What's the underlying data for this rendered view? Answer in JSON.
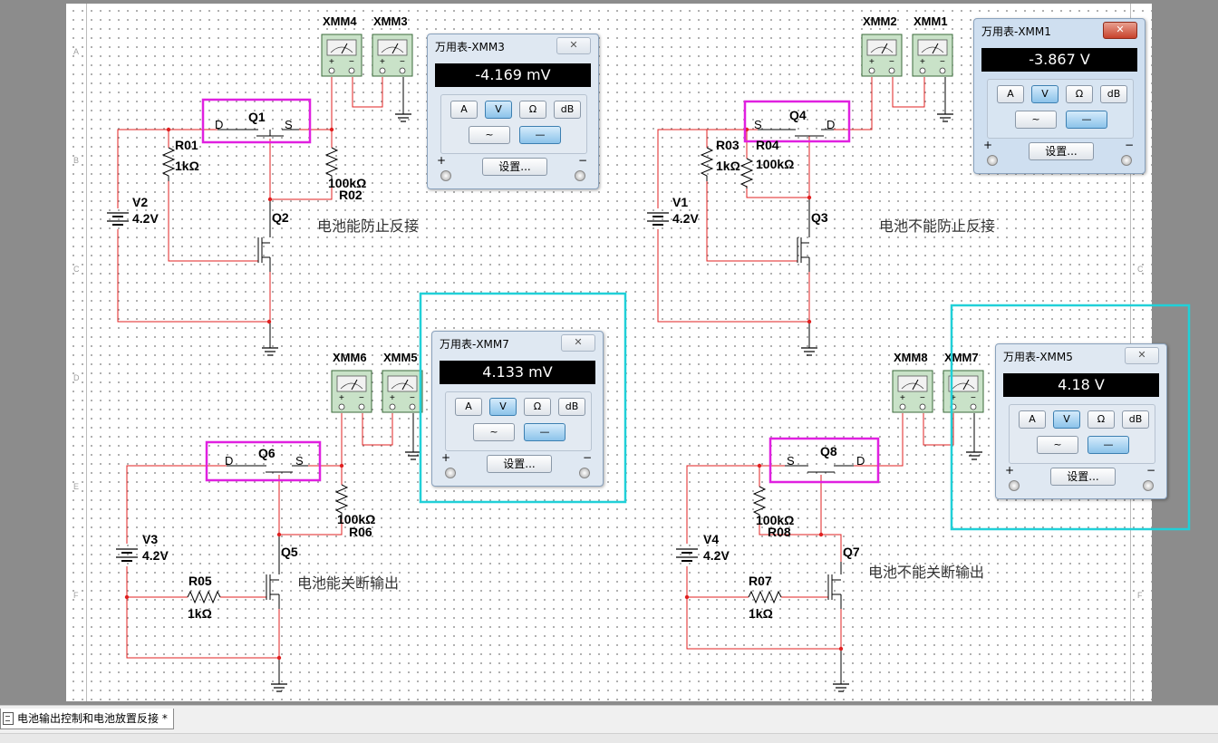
{
  "meters": [
    {
      "id": "xmm3",
      "title": "万用表-XMM3",
      "value": "-4.169 mV",
      "mode": "V",
      "active": false
    },
    {
      "id": "xmm1",
      "title": "万用表-XMM1",
      "value": "-3.867 V",
      "mode": "V",
      "active": true
    },
    {
      "id": "xmm7",
      "title": "万用表-XMM7",
      "value": "4.133 mV",
      "mode": "V",
      "active": false
    },
    {
      "id": "xmm5",
      "title": "万用表-XMM5",
      "value": "4.18 V",
      "mode": "V",
      "active": false
    }
  ],
  "meter_controls": {
    "a": "A",
    "v": "V",
    "ohm": "Ω",
    "db": "dB",
    "ac": "~",
    "dc": "—",
    "settings": "设置...",
    "plus": "+",
    "minus": "−",
    "close": "✕"
  },
  "instruments": [
    "XMM4",
    "XMM3",
    "XMM2",
    "XMM1",
    "XMM6",
    "XMM5",
    "XMM8",
    "XMM7"
  ],
  "components": {
    "q": [
      "Q1",
      "Q2",
      "Q3",
      "Q4",
      "Q5",
      "Q6",
      "Q7",
      "Q8"
    ],
    "r": [
      "R01",
      "R02",
      "R03",
      "R04",
      "R05",
      "R06",
      "R07",
      "R08"
    ],
    "v": [
      "V1",
      "V2",
      "V3",
      "V4"
    ],
    "values": {
      "r1k": "1kΩ",
      "r100k": "100kΩ",
      "v42": "4.2V"
    },
    "pins": {
      "d": "D",
      "s": "S"
    }
  },
  "notes": {
    "tl": "电池能防止反接",
    "tr": "电池不能防止反接",
    "bl": "电池能关断输出",
    "br": "电池不能关断输出"
  },
  "border_labels": [
    "A",
    "B",
    "C",
    "D",
    "E",
    "F"
  ],
  "tab": {
    "label": "电池输出控制和电池放置反接 *"
  },
  "colors": {
    "wire": "#e02020",
    "highlight_magenta": "#e020e0",
    "highlight_cyan": "#20d0d8",
    "meter_display": "#000000"
  }
}
